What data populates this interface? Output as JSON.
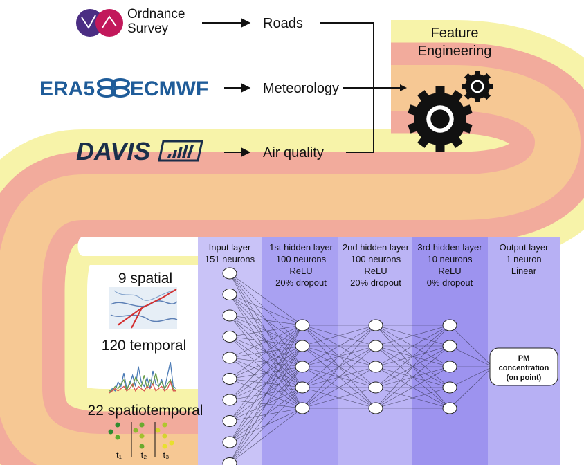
{
  "sources": [
    {
      "logo_name": "Ordnance",
      "logo_name_2": "Survey",
      "data": "Roads",
      "logo_color": "#4b2e83",
      "logo_color_2": "#c2185b"
    },
    {
      "logo_name": "ERA5",
      "logo_name_2": "ECMWF",
      "data": "Meteorology",
      "logo_color": "#1f5c99"
    },
    {
      "logo_name": "DAVIS",
      "data": "Air quality",
      "logo_color": "#1a2e4a"
    }
  ],
  "feature_engineering": {
    "line1": "Feature",
    "line2": "Engineering"
  },
  "features": {
    "spatial": "9 spatial",
    "temporal": "120 temporal",
    "spatiotemporal": "22 spatiotemporal",
    "time_labels": [
      "t₁",
      "t₂",
      "t₃"
    ]
  },
  "network": {
    "layers": [
      {
        "name": "Input layer",
        "lines": [
          "151 neurons"
        ],
        "drawn_nodes": 10
      },
      {
        "name": "1st hidden layer",
        "lines": [
          "100 neurons",
          "ReLU",
          "20% dropout"
        ],
        "drawn_nodes": 5
      },
      {
        "name": "2nd hidden layer",
        "lines": [
          "100 neurons",
          "ReLU",
          "20% dropout"
        ],
        "drawn_nodes": 5
      },
      {
        "name": "3rd hidden layer",
        "lines": [
          "10 neurons",
          "ReLU",
          "0% dropout"
        ],
        "drawn_nodes": 5
      },
      {
        "name": "Output layer",
        "lines": [
          "1 neuron",
          "Linear"
        ],
        "drawn_nodes": 0
      }
    ],
    "output_box": [
      "PM",
      "concentration",
      "(on point)"
    ]
  },
  "colors": {
    "band_yellow": "#f7f3a9",
    "band_pink": "#f2ab9c",
    "band_orange": "#f6c894",
    "layer_input": "#c9c3f7",
    "layer_hidden1": "#a9a1f2",
    "layer_hidden2": "#bbb4f5",
    "layer_hidden3": "#9d93ef",
    "layer_output": "#b7b0f4"
  }
}
